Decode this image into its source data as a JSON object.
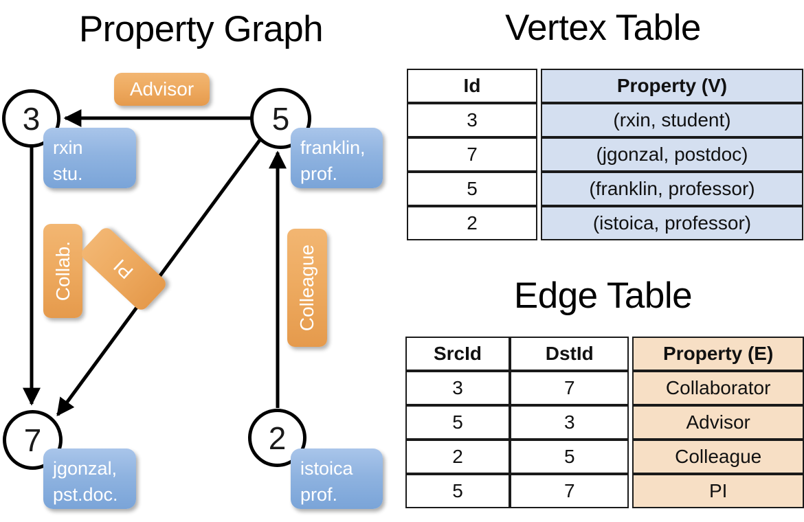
{
  "panels": {
    "graph_title": "Property Graph",
    "vertex_title": "Vertex Table",
    "edge_title": "Edge Table"
  },
  "graph": {
    "nodes": [
      {
        "id": "3",
        "property_line1": "rxin",
        "property_line2": "stu."
      },
      {
        "id": "5",
        "property_line1": "franklin,",
        "property_line2": "prof."
      },
      {
        "id": "7",
        "property_line1": "jgonzal,",
        "property_line2": "pst.doc."
      },
      {
        "id": "2",
        "property_line1": "istoica",
        "property_line2": "prof."
      }
    ],
    "edge_labels": {
      "advisor": "Advisor",
      "collab": "Collab.",
      "pi": "PI",
      "colleague": "Colleague"
    }
  },
  "vertex_table": {
    "headers": [
      "Id",
      "Property (V)"
    ],
    "rows": [
      [
        "3",
        "(rxin, student)"
      ],
      [
        "7",
        "(jgonzal, postdoc)"
      ],
      [
        "5",
        "(franklin, professor)"
      ],
      [
        "2",
        "(istoica, professor)"
      ]
    ]
  },
  "edge_table": {
    "headers": [
      "SrcId",
      "DstId",
      "Property (E)"
    ],
    "rows": [
      [
        "3",
        "7",
        "Collaborator"
      ],
      [
        "5",
        "3",
        "Advisor"
      ],
      [
        "2",
        "5",
        "Colleague"
      ],
      [
        "5",
        "7",
        "PI"
      ]
    ]
  },
  "colors": {
    "vertex_property_fill": "#d4dff0",
    "edge_property_fill": "#f7dfc5",
    "node_property_box": "#8fb3e0",
    "edge_label_box": "#eeab61"
  }
}
